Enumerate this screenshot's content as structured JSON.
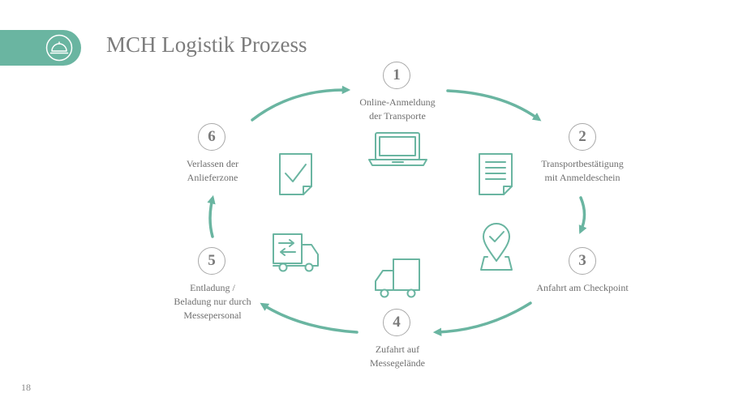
{
  "header": {
    "title": "MCH Logistik Prozess",
    "icon": "cloche-icon"
  },
  "footer": {
    "page_number": "18"
  },
  "colors": {
    "accent": "#6ab5a1",
    "text": "#6f6f6f",
    "title": "#7c7c7c",
    "circle_border": "#a9a9a9"
  },
  "steps": [
    {
      "number": "1",
      "lines": [
        "Online-Anmeldung",
        "der Transporte"
      ],
      "icon": "laptop-icon"
    },
    {
      "number": "2",
      "lines": [
        "Transportbestätigung",
        "mit Anmeldeschein"
      ],
      "icon": "document-icon"
    },
    {
      "number": "3",
      "lines": [
        "Anfahrt am Checkpoint"
      ],
      "icon": "map-pin-check-icon"
    },
    {
      "number": "4",
      "lines": [
        "Zufahrt auf",
        "Messegelände"
      ],
      "icon": "truck-icon"
    },
    {
      "number": "5",
      "lines": [
        "Entladung /",
        "Beladung nur durch",
        "Messepersonal"
      ],
      "icon": "truck-exchange-icon"
    },
    {
      "number": "6",
      "lines": [
        "Verlassen der",
        "Anlieferzone"
      ],
      "icon": "document-check-icon"
    }
  ]
}
